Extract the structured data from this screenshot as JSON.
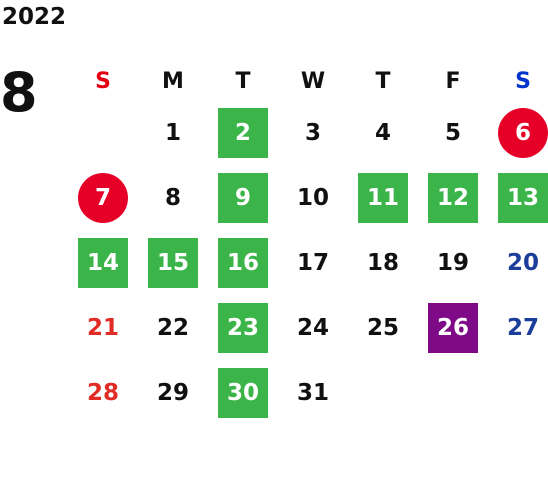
{
  "year": "2022",
  "month": "8",
  "weekdays": [
    "S",
    "M",
    "T",
    "W",
    "T",
    "F",
    "S"
  ],
  "weeks": [
    [
      {
        "d": ""
      },
      {
        "d": "1"
      },
      {
        "d": "2",
        "s": "green"
      },
      {
        "d": "3"
      },
      {
        "d": "4"
      },
      {
        "d": "5"
      },
      {
        "d": "6",
        "s": "circle"
      }
    ],
    [
      {
        "d": "7",
        "s": "circle"
      },
      {
        "d": "8"
      },
      {
        "d": "9",
        "s": "green"
      },
      {
        "d": "10"
      },
      {
        "d": "11",
        "s": "green"
      },
      {
        "d": "12",
        "s": "green"
      },
      {
        "d": "13",
        "s": "green"
      }
    ],
    [
      {
        "d": "14",
        "s": "green"
      },
      {
        "d": "15",
        "s": "green"
      },
      {
        "d": "16",
        "s": "green"
      },
      {
        "d": "17"
      },
      {
        "d": "18"
      },
      {
        "d": "19"
      },
      {
        "d": "20"
      }
    ],
    [
      {
        "d": "21"
      },
      {
        "d": "22"
      },
      {
        "d": "23",
        "s": "green"
      },
      {
        "d": "24"
      },
      {
        "d": "25"
      },
      {
        "d": "26",
        "s": "purple"
      },
      {
        "d": "27"
      }
    ],
    [
      {
        "d": "28"
      },
      {
        "d": "29"
      },
      {
        "d": "30",
        "s": "green"
      },
      {
        "d": "31"
      },
      {
        "d": ""
      },
      {
        "d": ""
      },
      {
        "d": ""
      }
    ]
  ],
  "colors": {
    "sunday_header": "#e60012",
    "saturday_header": "#0033cc",
    "sunday_text": "#e02c25",
    "saturday_text": "#1a3e99",
    "highlight_green": "#3bb54a",
    "highlight_purple": "#7e0a87",
    "highlight_red_circle": "#e60027"
  }
}
